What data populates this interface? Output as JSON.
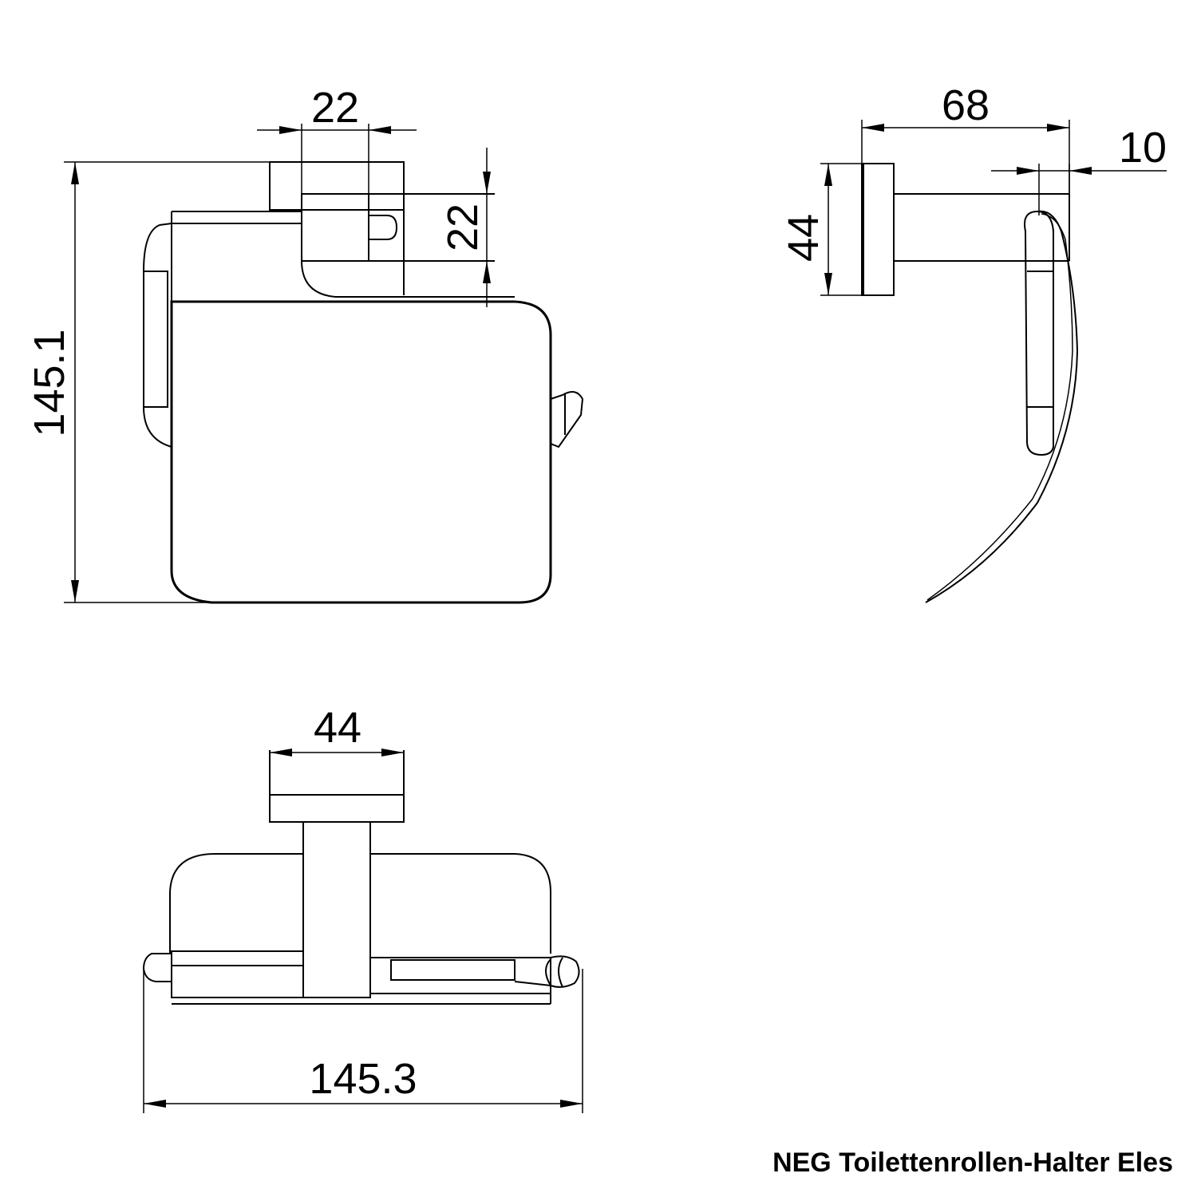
{
  "caption": "NEG Toilettenrollen-Halter Eles",
  "front_view": {
    "dim_width_top": "22",
    "dim_height_right": "22",
    "dim_total_height": "145.1"
  },
  "side_view": {
    "dim_depth": "68",
    "dim_plate_height": "44",
    "dim_offset": "10"
  },
  "bottom_view": {
    "dim_plate_width": "44",
    "dim_total_width": "145.3"
  }
}
